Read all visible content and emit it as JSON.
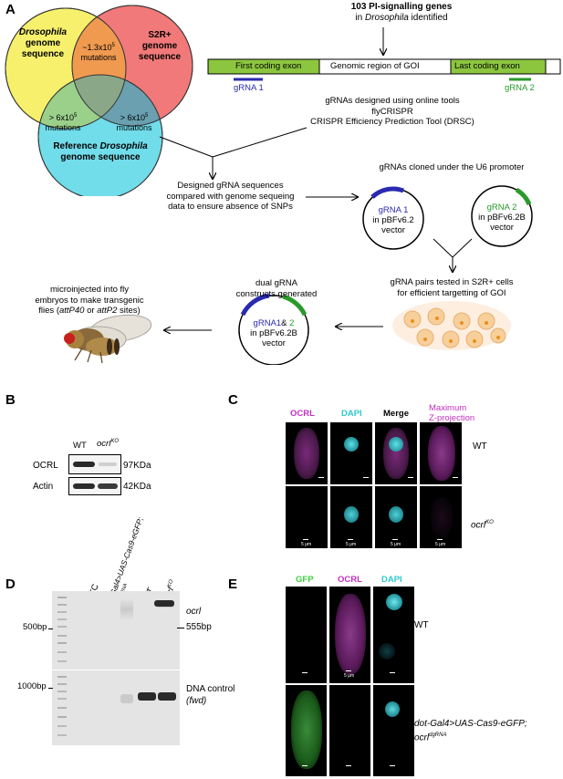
{
  "panels": {
    "A": "A",
    "B": "B",
    "C": "C",
    "D": "D",
    "E": "E"
  },
  "panelA": {
    "venn": {
      "drosophila_l1": "Drosophila",
      "drosophila_l2": "genome",
      "drosophila_l3": "sequence",
      "s2r_l1": "S2R+",
      "s2r_l2": "genome",
      "s2r_l3": "sequence",
      "ref_l1": "Reference",
      "ref_l1b": "Drosophila",
      "ref_l2": "genome sequence",
      "top_overlap_l1": "~1.3x10",
      "top_overlap_exp": "5",
      "top_overlap_l2": "mutations",
      "left_overlap_l1": "> 6x10",
      "left_overlap_exp": "5",
      "left_overlap_l2": "mutations",
      "right_overlap_l1": "> 6x10",
      "right_overlap_exp": "5",
      "right_overlap_l2": "mutations",
      "colors": {
        "yellow": "#f6f06c",
        "red": "#ef6a6a",
        "cyan": "#62d8e8",
        "orange": "#f09a50",
        "green": "#9ad08a"
      }
    },
    "genes_l1": "103 PI-signalling genes",
    "genes_l2_pre": "in ",
    "genes_l2_italic": "Drosophila",
    "genes_l2_post": " identified",
    "gene_map": {
      "first_exon": "First coding exon",
      "genomic_region": "Genomic region of GOI",
      "last_exon": "Last coding exon",
      "gRNA1": "gRNA 1",
      "gRNA2": "gRNA 2",
      "exon_color": "#8cc63f"
    },
    "tools_l1": "gRNAs designed using online tools",
    "tools_l2": "flyCRISPR",
    "tools_l3": "CRISPR Efficiency Prediction Tool (DRSC)",
    "compare_l1": "Designed gRNA sequences",
    "compare_l2": "compared with genome sequeing",
    "compare_l3": "data to ensure absence of SNPs",
    "cloned": "gRNAs cloned under the U6 promoter",
    "plasmid1": {
      "l1": "gRNA 1",
      "l2": "in pBFv6.2",
      "l3": "vector"
    },
    "plasmid2": {
      "l1": "gRNA 2",
      "l2": "in pBFv6.2B",
      "l3": "vector"
    },
    "tested_l1": "gRNA pairs tested in S2R+ cells",
    "tested_l2": "for efficient targetting of GOI",
    "dual_l1": "dual gRNA",
    "dual_l2": "constructs generated",
    "plasmid3": {
      "l1a": "gRNA1",
      "l1b": "& ",
      "l1c": "2",
      "l2": "in pBFv6.2B",
      "l3": "vector"
    },
    "micro_l1": "microinjected into fly",
    "micro_l2": "embryos to make transgenic",
    "micro_l3_pre": "flies (",
    "micro_l3_i1": "attP40",
    "micro_l3_mid": " or ",
    "micro_l3_i2": "attP2",
    "micro_l3_post": " sites)"
  },
  "panelB": {
    "wt": "WT",
    "ko": "ocrl",
    "ko_sup": "KO",
    "ocrl": "OCRL",
    "actin": "Actin",
    "ocrl_kda": "97KDa",
    "actin_kda": "42KDa"
  },
  "panelC": {
    "ocrl": "OCRL",
    "dapi": "DAPI",
    "merge": "Merge",
    "max_l1": "Maximum",
    "max_l2": "Z-projection",
    "wt": "WT",
    "ko": "ocrl",
    "ko_sup": "KO",
    "scale": "5 μm",
    "colors": {
      "magenta": "#c030c0",
      "cyan": "#30c8d0"
    }
  },
  "panelD": {
    "ntc": "NTC",
    "dot_l1": "dot-Gal4>UAS-Cas9-eGFP;",
    "dot_l2": "ocrl",
    "dot_l2_sup": "dgRNA",
    "wt": "WT",
    "ko": "ocrl",
    "ko_sup": "KO",
    "bp500": "500bp",
    "bp1000": "1000bp",
    "ocrl_label": "ocrl",
    "bp555": "555bp",
    "dna_control": "DNA control",
    "fwd": "(fwd)"
  },
  "panelE": {
    "gfp": "GFP",
    "ocrl": "OCRL",
    "dapi": "DAPI",
    "wt": "WT",
    "dot_l1": "dot-Gal4>UAS-Cas9-eGFP;",
    "dot_l2": "ocrl",
    "dot_l2_sup": "dgRNA",
    "scale": "5 μm",
    "colors": {
      "green": "#40d040",
      "magenta": "#c030c0",
      "cyan": "#30c8d0"
    }
  }
}
